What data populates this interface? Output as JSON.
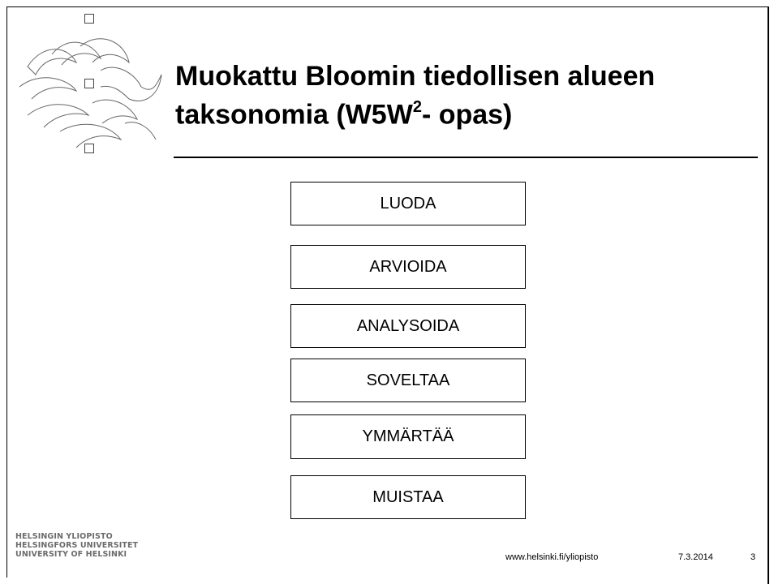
{
  "title": {
    "line1": "Muokattu Bloomin tiedollisen alueen",
    "line2_pre": "taksonomia (W5W",
    "line2_sup": "2",
    "line2_post": "- opas)"
  },
  "levels": [
    "LUODA",
    "ARVIOIDA",
    "ANALYSOIDA",
    "SOVELTAA",
    "YMMÄRTÄÄ",
    "MUISTAA"
  ],
  "university": {
    "line1": "HELSINGIN YLIOPISTO",
    "line2": "HELSINGFORS UNIVERSITET",
    "line3": "UNIVERSITY OF HELSINKI"
  },
  "footer": {
    "url": "www.helsinki.fi/yliopisto",
    "date": "7.3.2014",
    "page": "3"
  },
  "logo": {
    "icon": "flame-logo-icon"
  },
  "colors": {
    "text": "#000000",
    "university_text": "#6b6b6b",
    "background": "#ffffff"
  }
}
